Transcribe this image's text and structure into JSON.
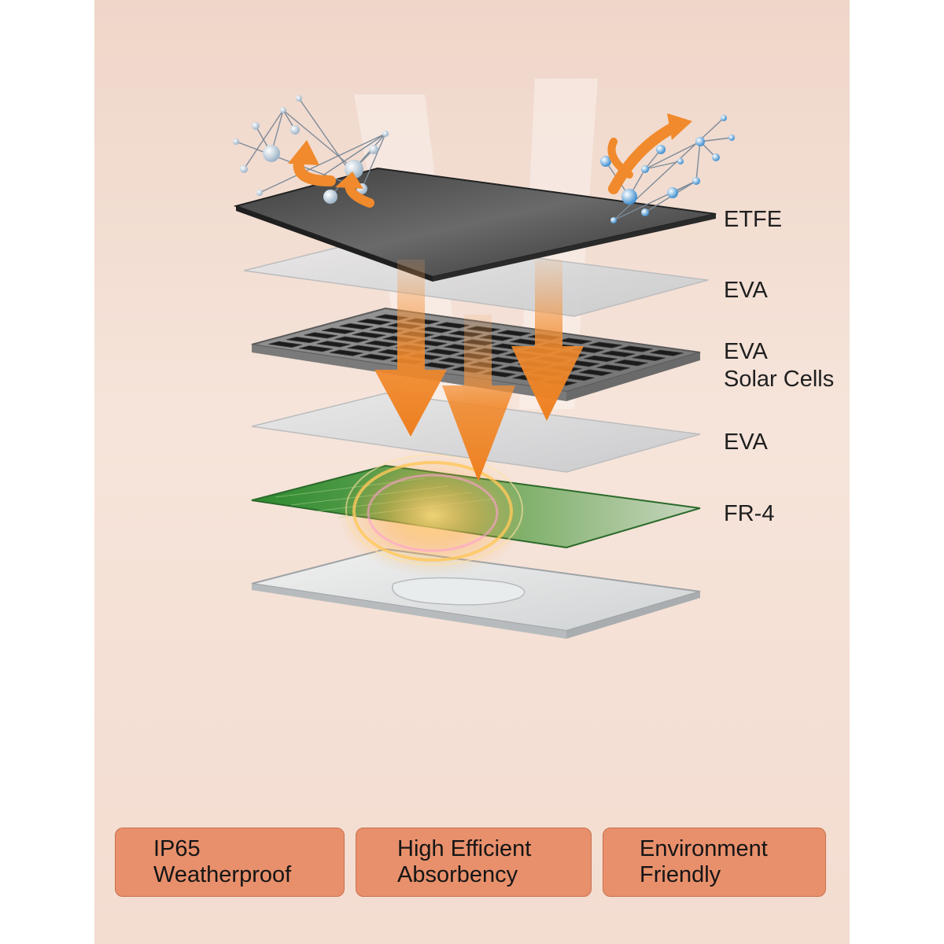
{
  "layers": [
    {
      "id": "etfe",
      "label": "ETFE"
    },
    {
      "id": "eva_top",
      "label": "EVA"
    },
    {
      "id": "eva_cells",
      "label": "EVA",
      "sublabel": "Solar Cells"
    },
    {
      "id": "eva_bottom",
      "label": "EVA"
    },
    {
      "id": "fr4",
      "label": "FR-4"
    }
  ],
  "features": [
    {
      "line1": "IP65",
      "line2": "Weatherproof"
    },
    {
      "line1": "High Efficient",
      "line2": "Absorbency"
    },
    {
      "line1": "Environment",
      "line2": "Friendly"
    }
  ],
  "colors": {
    "background": "#efd6c9",
    "accent_arrow": "#f08a2c",
    "feature_button": "#e8906c",
    "etfe_sheet": "#4a4a4a",
    "pcb_green": "#3f9a3a"
  },
  "icons": [
    "molecule-icon",
    "arrow-icon"
  ]
}
